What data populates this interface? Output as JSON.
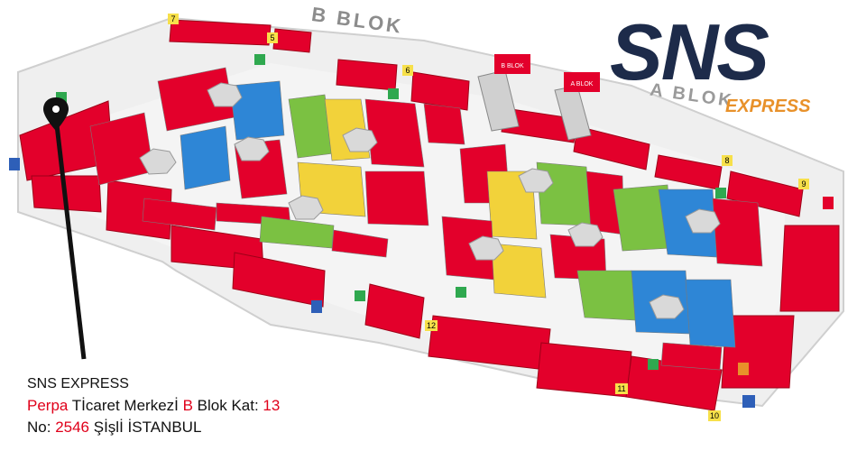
{
  "map": {
    "blok_b_label": "B BLOK",
    "blok_a_label": "A BLOK",
    "stair_label_left": "B BLOK",
    "stair_label_right": "A BLOK"
  },
  "logo": {
    "brand": "SNS",
    "sub": "EXPRESS",
    "colors": {
      "navy": "#1d2b4a",
      "orange": "#e8912a"
    }
  },
  "address": {
    "line1": "SNS EXPRESS",
    "line2_a": "Perpa",
    "line2_b": " Tİcaret Merkezİ ",
    "line2_c": "B",
    "line2_d": " Blok Kat: ",
    "line2_e": "13",
    "line3_a": "No: ",
    "line3_b": "2546",
    "line3_c": " Şİşlİ İSTANBUL"
  },
  "markers": {
    "numbers": [
      "5",
      "6",
      "7",
      "8",
      "9",
      "10",
      "11",
      "12"
    ]
  },
  "colors": {
    "shop_red": "#e3002b",
    "shop_green": "#7bc142",
    "shop_yellow": "#f2d23a",
    "shop_blue": "#2e86d6",
    "floor": "#ececec",
    "pin": "#111111"
  }
}
